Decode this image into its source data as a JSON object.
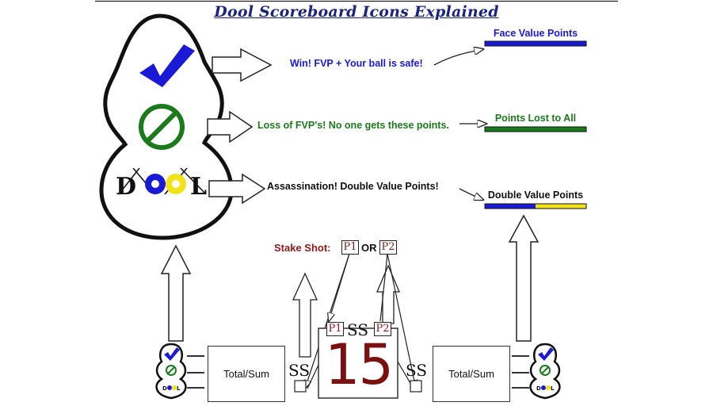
{
  "title": "Dool Scoreboard Icons Explained",
  "icons": [
    {
      "name": "checkmark-icon",
      "description": "Win! FVP + Your ball is safe!",
      "legend": "Face Value Points",
      "color": "#1a1ad6",
      "bar_colors": [
        "#1a1ad6"
      ]
    },
    {
      "name": "no-symbol-icon",
      "description": "Loss of FVP's! No one gets these points.",
      "legend": "Points Lost to All",
      "color": "#1b7a1b",
      "bar_colors": [
        "#1b7a1b"
      ]
    },
    {
      "name": "dool-logo-icon",
      "description": "Assassination! Double Value Points!",
      "legend": "Double Value Points",
      "color": "#111111",
      "bar_colors": [
        "#1a1ad6",
        "#f2e21a"
      ]
    }
  ],
  "logo_text": "DOOL",
  "scoreboard": {
    "stake_label": "Stake Shot:",
    "or_label": "OR",
    "p1": "P1",
    "p2": "P2",
    "ss": "SS",
    "score": "15",
    "total_left": "Total/Sum",
    "total_right": "Total/Sum"
  }
}
